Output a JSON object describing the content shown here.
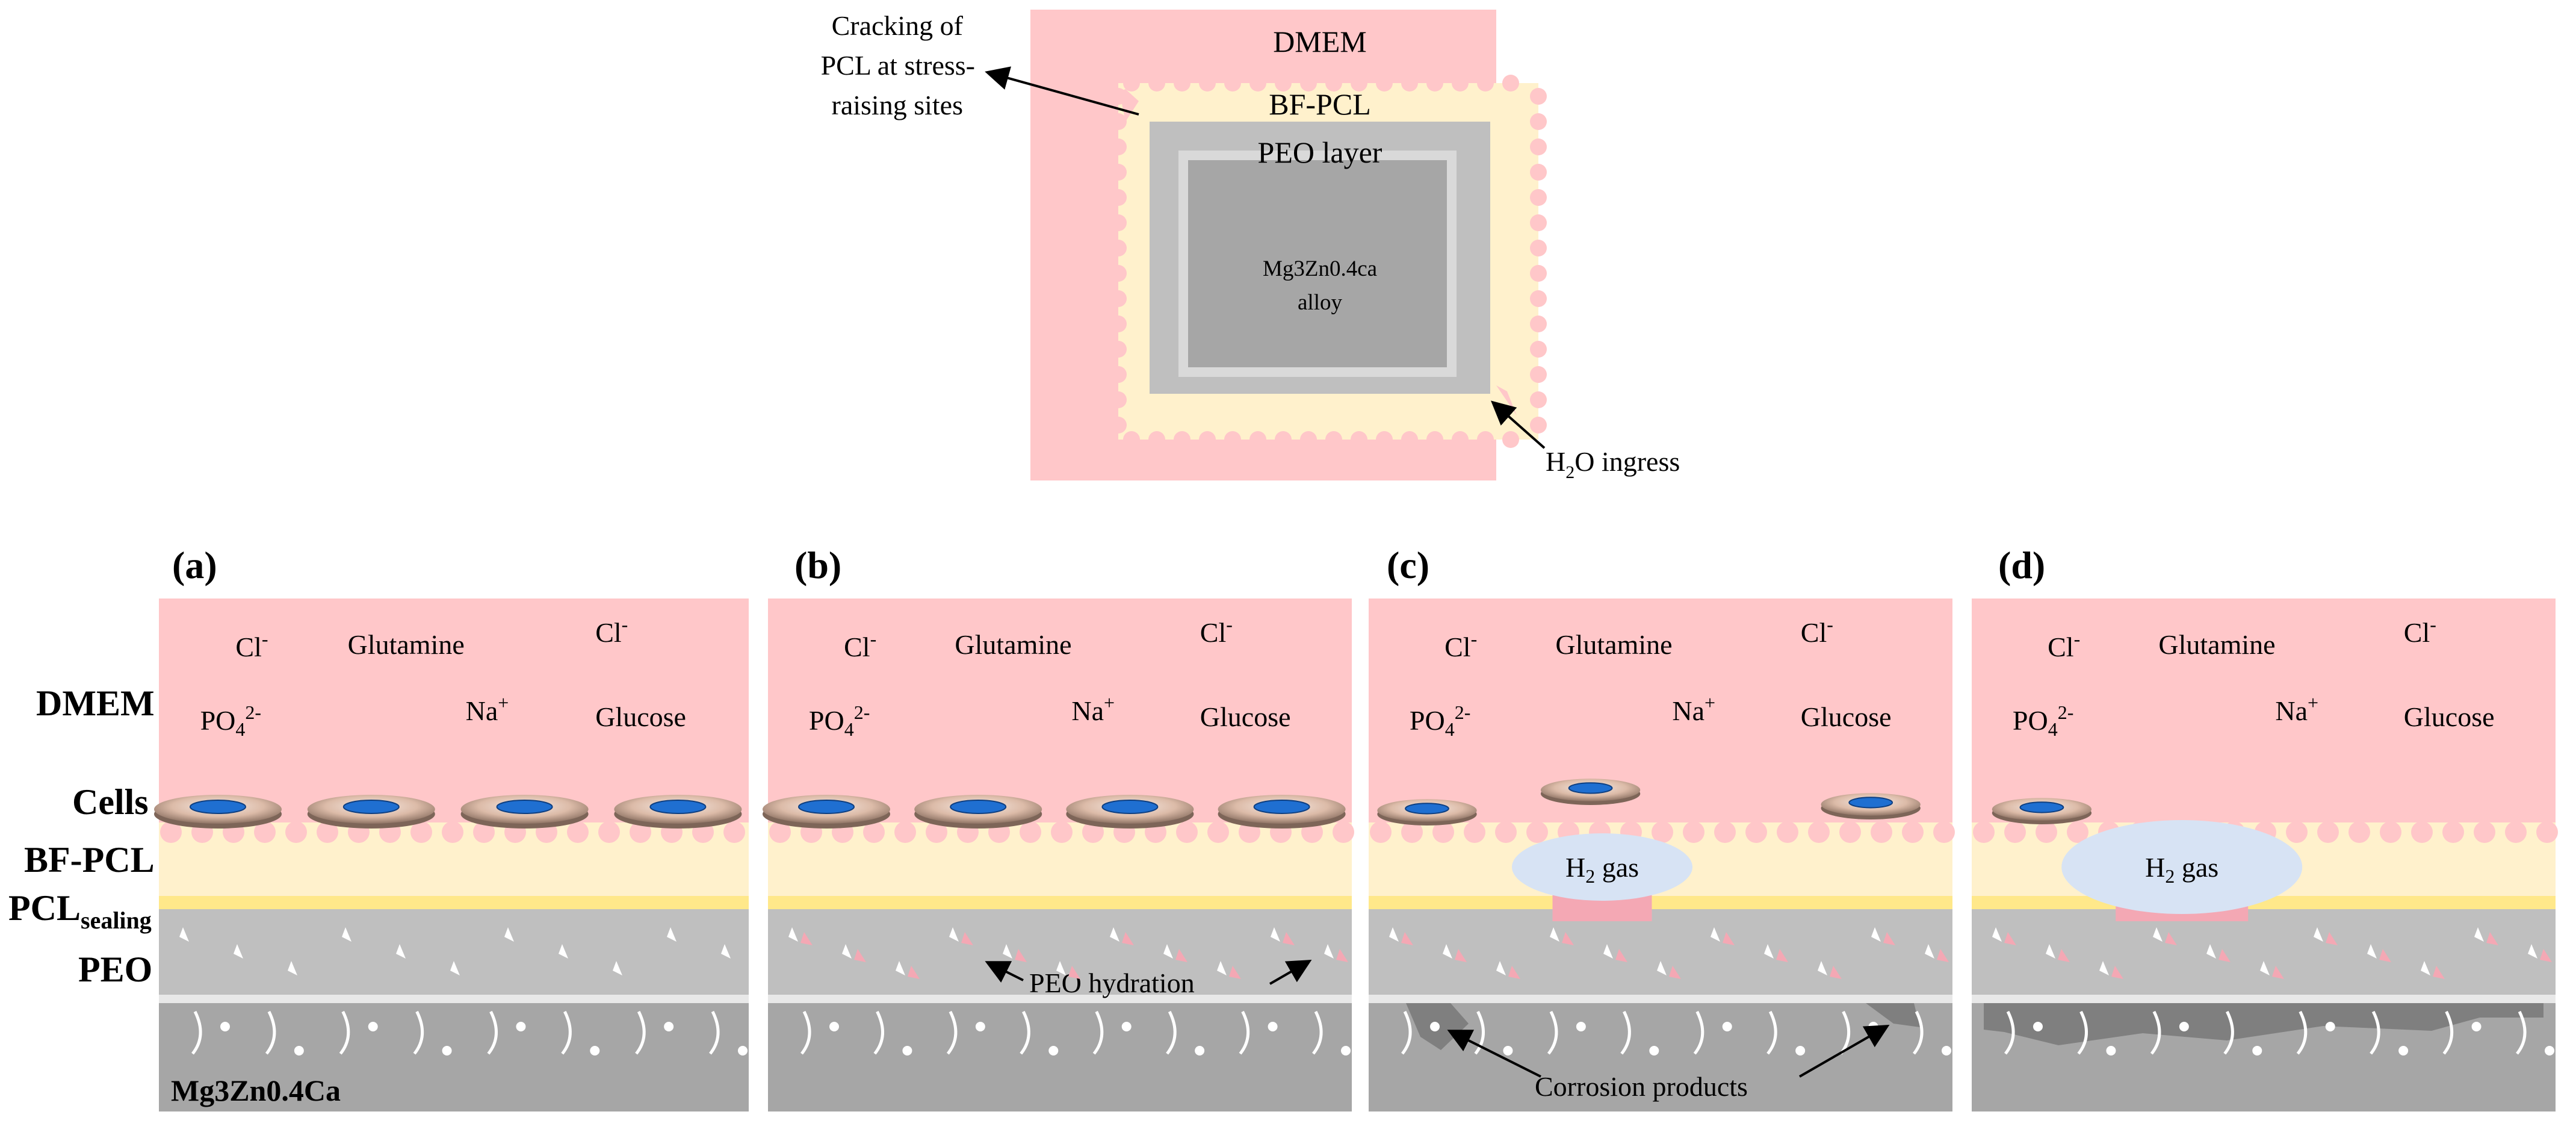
{
  "schematic": {
    "dmem": "DMEM",
    "bf_pcl": "BF-PCL",
    "peo_layer": "PEO layer",
    "alloy_line1": "Mg3Zn0.4ca",
    "alloy_line2": "alloy",
    "crack_line1": "Cracking of",
    "crack_line2": "PCL at stress-",
    "crack_line3": "raising sites",
    "h2o_ingress_main": "H",
    "h2o_ingress_sub": "2",
    "h2o_ingress_rest": "O ingress"
  },
  "side_labels": {
    "dmem": "DMEM",
    "cells": "Cells",
    "bf_pcl": "BF-PCL",
    "pcl_main": "PCL",
    "pcl_sub": "sealing",
    "peo": "PEO"
  },
  "panels": [
    {
      "label": "(a)",
      "cl1": "Cl",
      "cl1_sup": "-",
      "glutamine": "Glutamine",
      "cl2": "Cl",
      "cl2_sup": "-",
      "po4": "PO",
      "po4_sub": "4",
      "po4_sup": "2-",
      "na": "Na",
      "na_sup": "+",
      "glucose": "Glucose",
      "substrate": "Mg3Zn0.4Ca"
    },
    {
      "label": "(b)",
      "cl1": "Cl",
      "cl1_sup": "-",
      "glutamine": "Glutamine",
      "cl2": "Cl",
      "cl2_sup": "-",
      "po4": "PO",
      "po4_sub": "4",
      "po4_sup": "2-",
      "na": "Na",
      "na_sup": "+",
      "glucose": "Glucose",
      "annotation": "PEO hydration"
    },
    {
      "label": "(c)",
      "cl1": "Cl",
      "cl1_sup": "-",
      "glutamine": "Glutamine",
      "cl2": "Cl",
      "cl2_sup": "-",
      "po4": "PO",
      "po4_sub": "4",
      "po4_sup": "2-",
      "na": "Na",
      "na_sup": "+",
      "glucose": "Glucose",
      "gas_main": "H",
      "gas_sub": "2",
      "gas_rest": " gas",
      "annotation": "Corrosion products"
    },
    {
      "label": "(d)",
      "cl1": "Cl",
      "cl1_sup": "-",
      "glutamine": "Glutamine",
      "cl2": "Cl",
      "cl2_sup": "-",
      "po4": "PO",
      "po4_sub": "4",
      "po4_sup": "2-",
      "na": "Na",
      "na_sup": "+",
      "glucose": "Glucose",
      "gas_main": "H",
      "gas_sub": "2",
      "gas_rest": " gas"
    }
  ],
  "colors": {
    "dmem": "#ffc7c9",
    "bf_pcl": "#fff1cc",
    "pcl_sealing": "#ffe88a",
    "peo": "#bfbfbf",
    "alloy": "#a6a6a6",
    "h2_gas": "#d7e3f4",
    "cell_nucleus": "#1f6fd1",
    "cell_body": "#e3c8b8"
  }
}
